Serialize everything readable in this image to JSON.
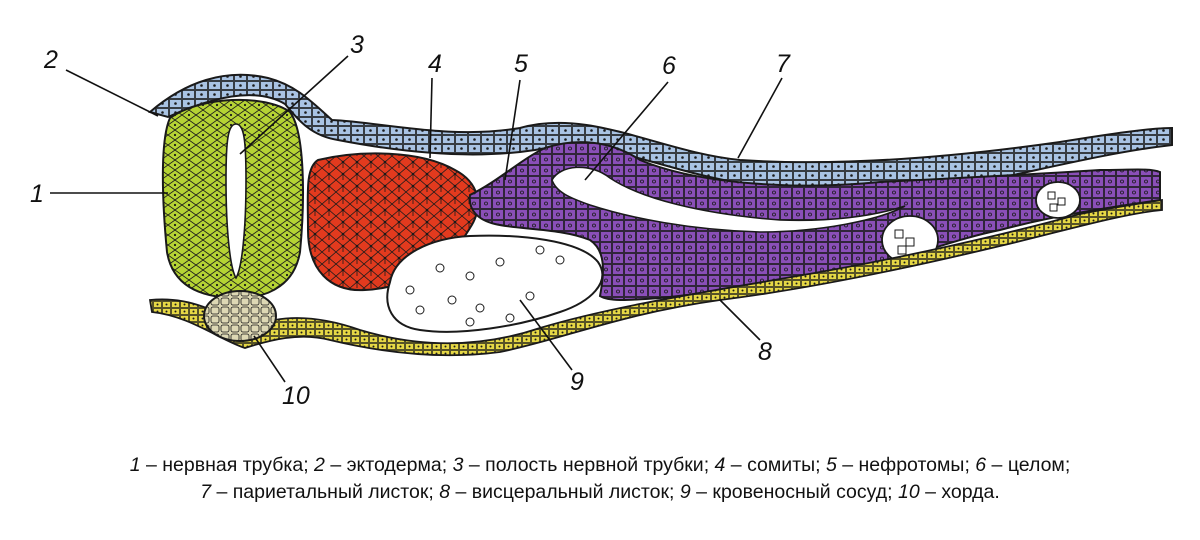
{
  "labels": [
    {
      "num": "1",
      "text": "нервная трубка"
    },
    {
      "num": "2",
      "text": "эктодерма"
    },
    {
      "num": "3",
      "text": "полость нервной трубки"
    },
    {
      "num": "4",
      "text": "сомиты"
    },
    {
      "num": "5",
      "text": "нефротомы"
    },
    {
      "num": "6",
      "text": "целом"
    },
    {
      "num": "7",
      "text": "париетальный листок"
    },
    {
      "num": "8",
      "text": "висцеральный листок"
    },
    {
      "num": "9",
      "text": "кровеносный сосуд"
    },
    {
      "num": "10",
      "text": "хорда"
    }
  ],
  "colors": {
    "neural_tube": "#b5d334",
    "ectoderm": "#a9c3e3",
    "somites": "#e23a1e",
    "mesoderm": "#8a4fb8",
    "endoderm": "#e6d845",
    "notochord": "#ddd8b4",
    "outline": "#1a1a1a"
  }
}
